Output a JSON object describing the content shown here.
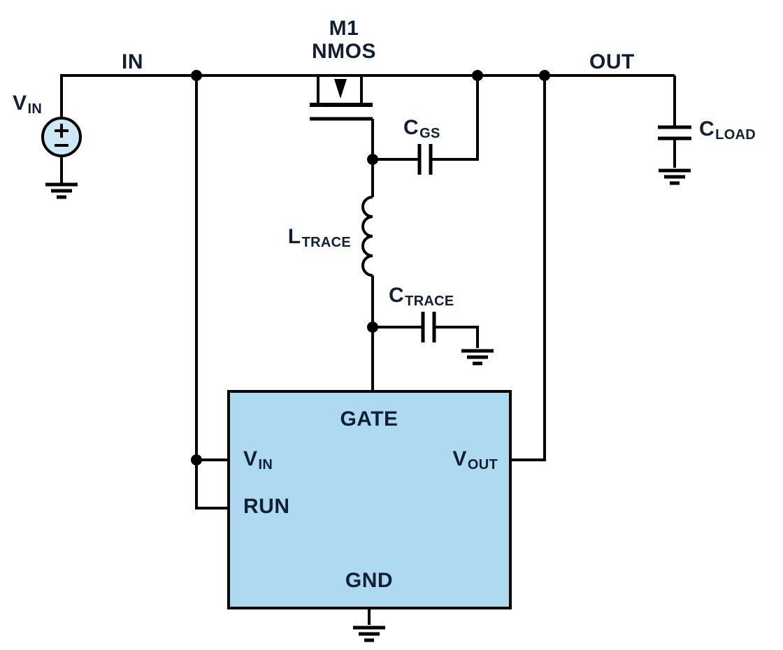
{
  "diagram": {
    "type": "circuit-schematic",
    "labels": {
      "vin_source": {
        "main": "V",
        "sub": "IN"
      },
      "in_net": "IN",
      "out_net": "OUT",
      "mosfet_name": "M1",
      "mosfet_type": "NMOS",
      "cgs": {
        "main": "C",
        "sub": "GS"
      },
      "ltrace": {
        "main": "L",
        "sub": "TRACE"
      },
      "ctrace": {
        "main": "C",
        "sub": "TRACE"
      },
      "cload": {
        "main": "C",
        "sub": "LOAD"
      },
      "ic": {
        "gate": "GATE",
        "vin": {
          "main": "V",
          "sub": "IN"
        },
        "run": "RUN",
        "vout": {
          "main": "V",
          "sub": "OUT"
        },
        "gnd": "GND"
      }
    },
    "colors": {
      "wire": "#000000",
      "text": "#121f33",
      "ic_fill": "#addaf1",
      "ic_border": "#000000",
      "source_fill": "#cde9f7"
    }
  }
}
